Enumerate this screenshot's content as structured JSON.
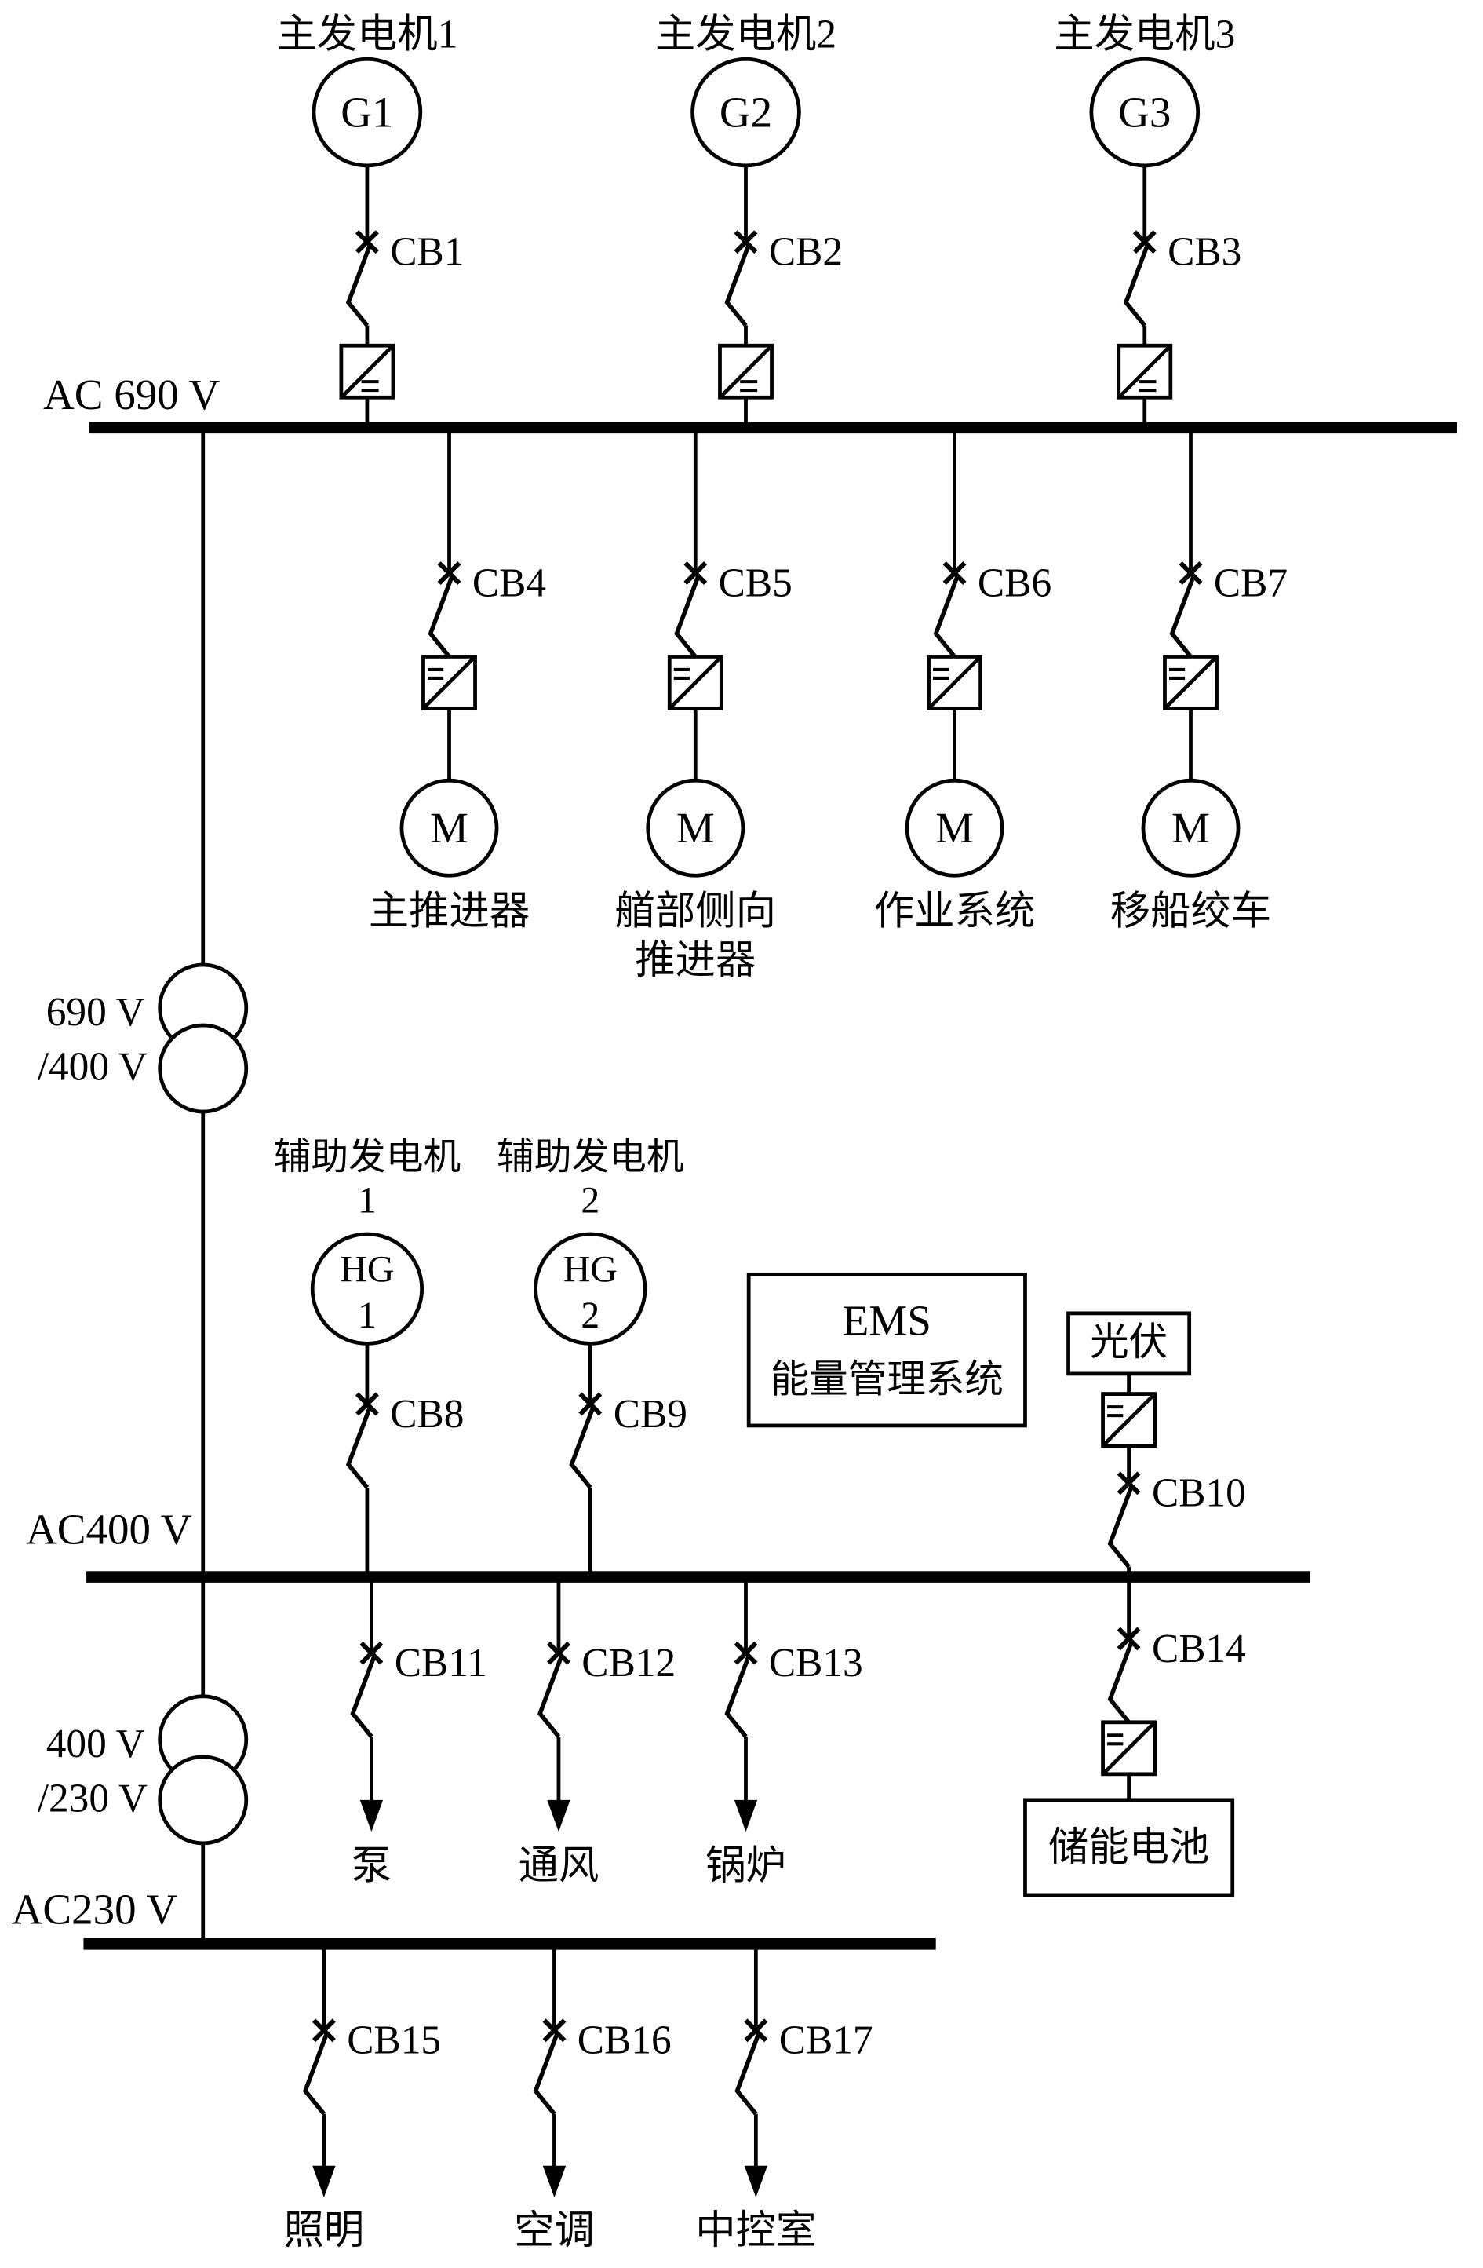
{
  "buses": {
    "b690": "AC 690 V",
    "b400": "AC400 V",
    "b230": "AC230 V"
  },
  "main_generators": [
    {
      "name": "主发电机1",
      "symbol": "G1",
      "breaker": "CB1"
    },
    {
      "name": "主发电机2",
      "symbol": "G2",
      "breaker": "CB2"
    },
    {
      "name": "主发电机3",
      "symbol": "G3",
      "breaker": "CB3"
    }
  ],
  "feeders_690": [
    {
      "breaker": "CB4",
      "motor": "M",
      "load1": "主推进器",
      "load2": ""
    },
    {
      "breaker": "CB5",
      "motor": "M",
      "load1": "艏部侧向",
      "load2": "推进器"
    },
    {
      "breaker": "CB6",
      "motor": "M",
      "load1": "作业系统",
      "load2": ""
    },
    {
      "breaker": "CB7",
      "motor": "M",
      "load1": "移船绞车",
      "load2": ""
    }
  ],
  "transformers": [
    {
      "l1": "690 V",
      "l2": "/400 V"
    },
    {
      "l1": "400 V",
      "l2": "/230 V"
    }
  ],
  "aux_generators": [
    {
      "name1": "辅助发电机",
      "name2": "1",
      "sym1": "HG",
      "sym2": "1",
      "breaker": "CB8"
    },
    {
      "name1": "辅助发电机",
      "name2": "2",
      "sym1": "HG",
      "sym2": "2",
      "breaker": "CB9"
    }
  ],
  "ems": {
    "l1": "EMS",
    "l2": "能量管理系统"
  },
  "pv": {
    "label": "光伏",
    "breaker": "CB10"
  },
  "battery": {
    "breaker": "CB14",
    "label": "储能电池"
  },
  "loads_400": [
    {
      "breaker": "CB11",
      "label": "泵"
    },
    {
      "breaker": "CB12",
      "label": "通风"
    },
    {
      "breaker": "CB13",
      "label": "锅炉"
    }
  ],
  "loads_230": [
    {
      "breaker": "CB15",
      "label": "照明"
    },
    {
      "breaker": "CB16",
      "label": "空调"
    },
    {
      "breaker": "CB17",
      "label": "中控室"
    }
  ]
}
